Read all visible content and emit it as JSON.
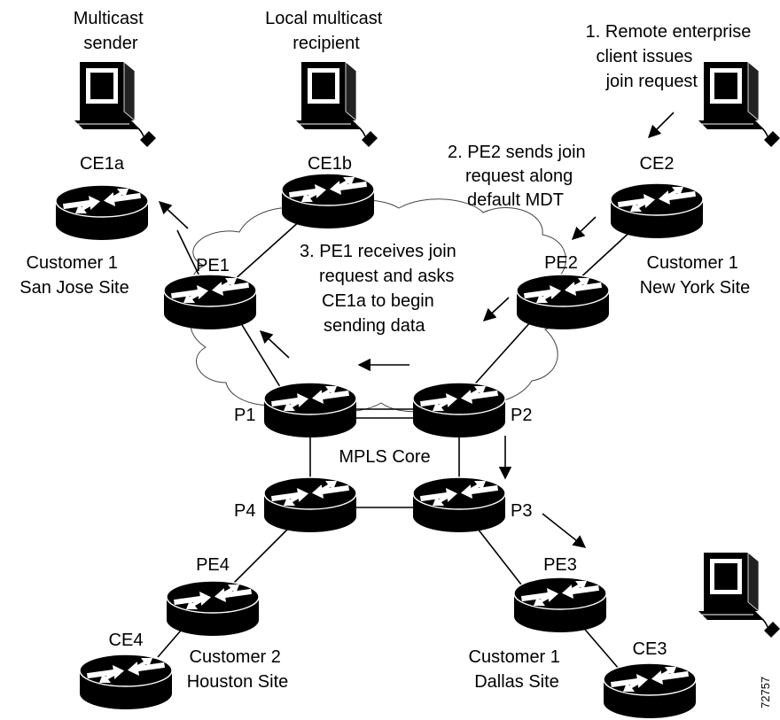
{
  "figure_id": "72757",
  "hosts": {
    "multicast_sender": [
      "Multicast",
      "sender"
    ],
    "local_recipient": [
      "Local multicast",
      "recipient"
    ]
  },
  "routers": {
    "ce1a": "CE1a",
    "ce1b": "CE1b",
    "ce2": "CE2",
    "pe1": "PE1",
    "pe2": "PE2",
    "p1": "P1",
    "p2": "P2",
    "p3": "P3",
    "p4": "P4",
    "pe3": "PE3",
    "pe4": "PE4",
    "ce3": "CE3",
    "ce4": "CE4"
  },
  "sites": {
    "san_jose": [
      "Customer 1",
      "San Jose Site"
    ],
    "new_york": [
      "Customer 1",
      "New York Site"
    ],
    "houston": [
      "Customer 2",
      "Houston Site"
    ],
    "dallas": [
      "Customer 1",
      "Dallas Site"
    ]
  },
  "core_label": "MPLS Core",
  "steps": {
    "step1": [
      "1. Remote enterprise",
      "client issues",
      "join request"
    ],
    "step2": [
      "2. PE2 sends join",
      "request along",
      "default MDT"
    ],
    "step3": [
      "3. PE1 receives join",
      "request and asks",
      "CE1a to begin",
      "sending data"
    ]
  }
}
